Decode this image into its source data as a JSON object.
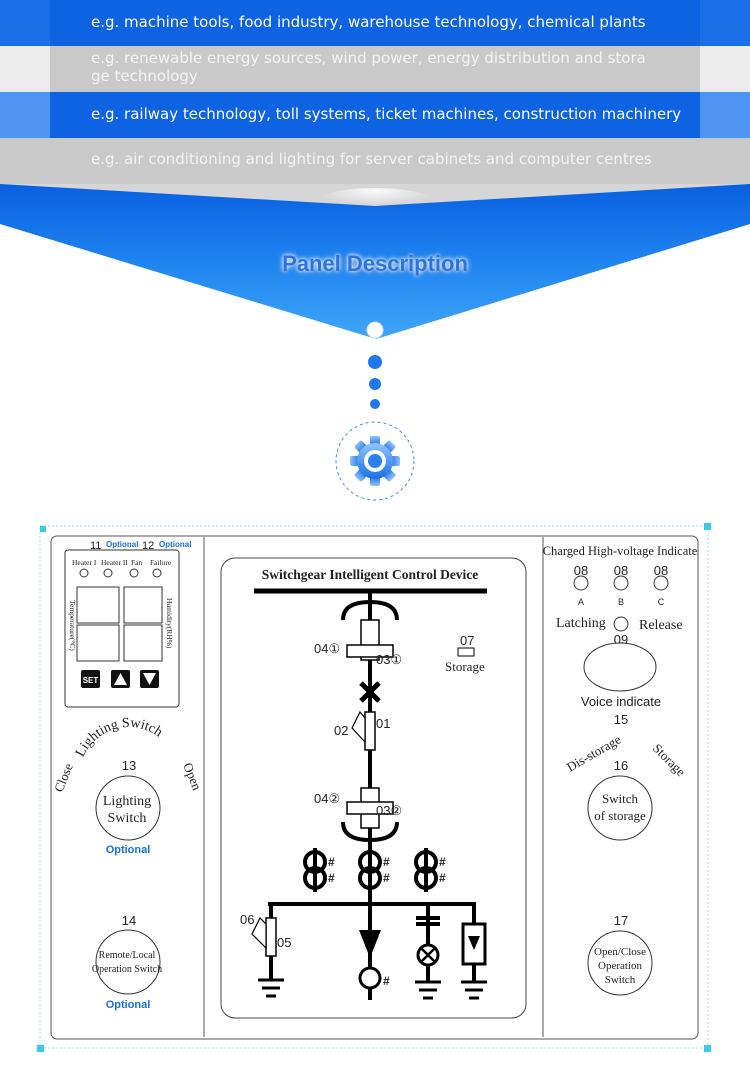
{
  "bands": [
    {
      "text": "e.g. machine tools, food industry, warehouse technology, chemical plants"
    },
    {
      "line1": "e.g. renewable energy sources, wind power, energy distribution and stora",
      "line2": "ge technology"
    },
    {
      "text": "e.g. railway technology, toll systems, ticket machines, construction machinery"
    },
    {
      "text": "e.g. air conditioning and lighting for server cabinets and computer centres"
    }
  ],
  "section_title": "Panel Description",
  "colors": {
    "accent": "#0d63e2",
    "optional": "#1a6fe0"
  },
  "icons": [
    "gear-icon"
  ],
  "panel": {
    "left": {
      "n11": "11",
      "n12": "12",
      "optional": "Optional",
      "indicators": [
        "Heater I",
        "Heater II",
        "Fan",
        "Failure"
      ],
      "temperature_label": "Temperature(°C)",
      "humidity_label": "Humidity(RH%)",
      "set_label": "SET",
      "lighting_arc": "Lighting Switch",
      "close": "Close",
      "open": "Open",
      "n13": "13",
      "lighting_line1": "Lighting",
      "lighting_line2": "Switch",
      "n14": "14",
      "remote_line1": "Remote/Local",
      "remote_line2": "Operation Switch"
    },
    "center": {
      "title": "Switchgear Intelligent Control Device",
      "l04a": "04①",
      "l03a": "03①",
      "l07": "07",
      "storage": "Storage",
      "l02": "02",
      "l01": "01",
      "l04b": "04②",
      "l03b": "03②",
      "l06": "06",
      "l05": "05",
      "hash": "#"
    },
    "right": {
      "charged": "Charged High-voltage Indicate",
      "n08": "08",
      "phases": [
        "A",
        "B",
        "C"
      ],
      "latching": "Latching",
      "release": "Release",
      "n09": "09",
      "voice": "Voice indicate",
      "n15": "15",
      "dis_storage": "Dis-storage",
      "storage": "Storage",
      "n16": "16",
      "switch_line1": "Switch",
      "switch_line2": "of storage",
      "n17": "17",
      "oc_line1": "Open/Close",
      "oc_line2": "Operation",
      "oc_line3": "Switch"
    }
  }
}
